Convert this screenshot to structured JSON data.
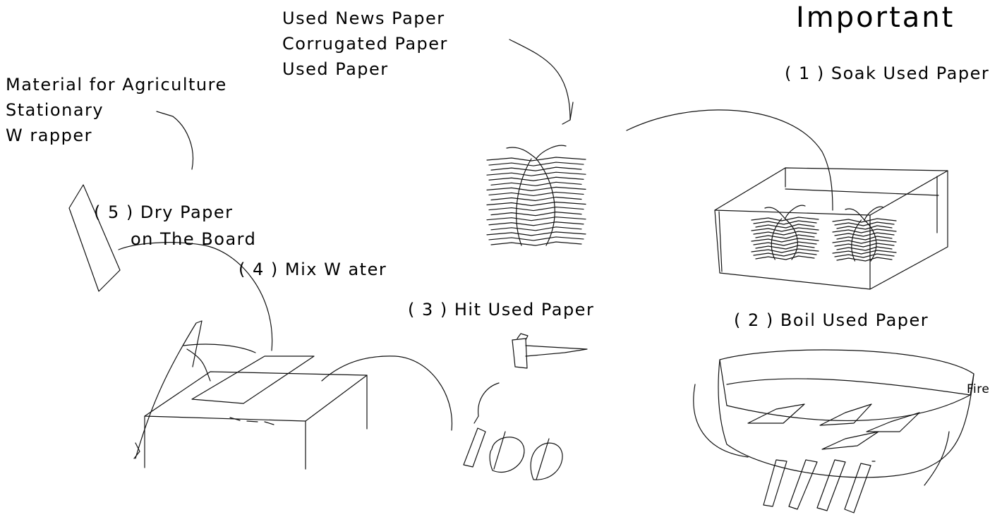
{
  "title": "Important",
  "sources": {
    "lines": [
      "Used News Paper",
      "Corrugated Paper",
      "Used Paper"
    ]
  },
  "products": {
    "lines": [
      "Material for Agriculture",
      "Stationary",
      "W rapper"
    ]
  },
  "steps": [
    {
      "label": "( 1 ) Soak Used Paper"
    },
    {
      "label": "( 2 ) Boil Used Paper"
    },
    {
      "label": "( 3 ) Hit Used Paper"
    },
    {
      "label": "( 4 ) Mix W ater"
    },
    {
      "label_line1": "( 5 ) Dry Paper",
      "label_line2": "on The Board"
    }
  ],
  "fire_label": "Fire",
  "colors": {
    "ink": "#111111",
    "background": "#ffffff"
  }
}
